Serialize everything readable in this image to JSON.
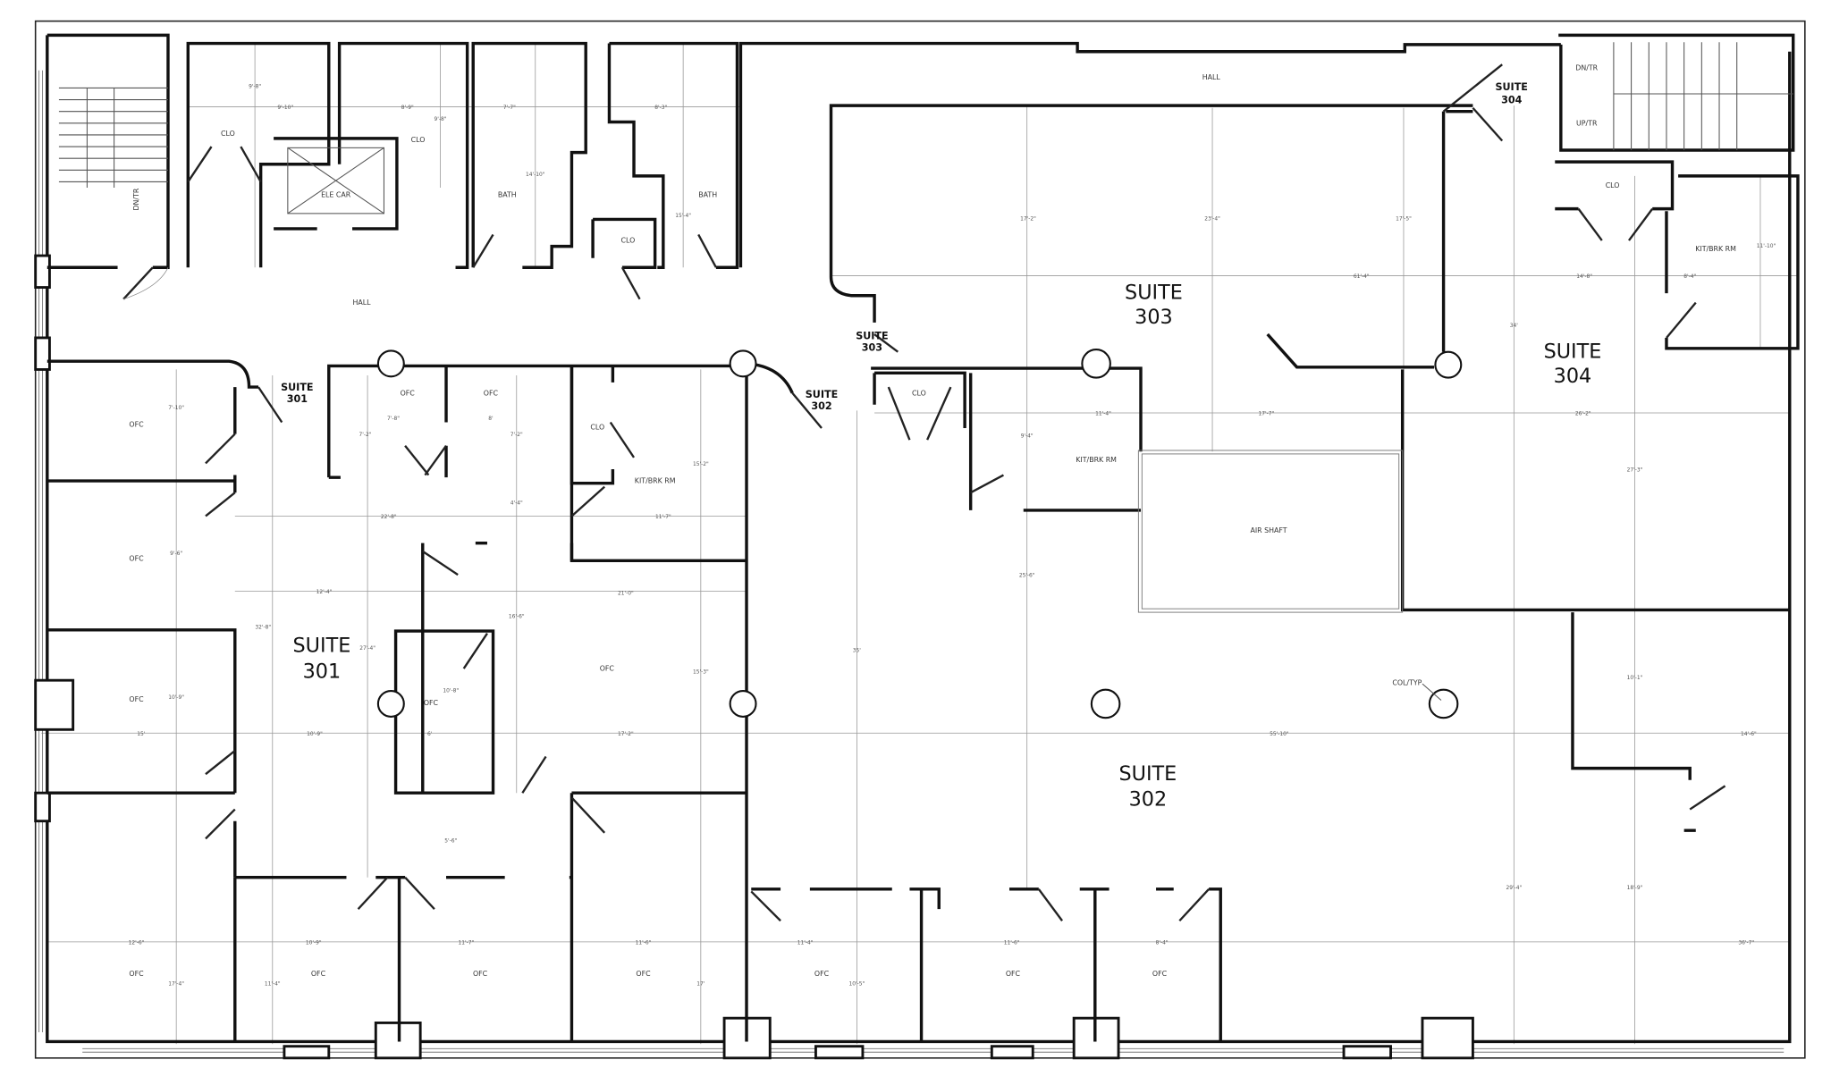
{
  "suites": {
    "s301": {
      "line1": "SUITE",
      "line2": "301"
    },
    "s302": {
      "line1": "SUITE",
      "line2": "302"
    },
    "s303": {
      "line1": "SUITE",
      "line2": "303"
    },
    "s304": {
      "line1": "SUITE",
      "line2": "304"
    }
  },
  "entries": {
    "e301": {
      "line1": "SUITE",
      "line2": "301"
    },
    "e302": {
      "line1": "SUITE",
      "line2": "302"
    },
    "e303": {
      "line1": "SUITE",
      "line2": "303"
    },
    "e304": {
      "line1": "SUITE",
      "line2": "304"
    }
  },
  "rooms": {
    "hall": "HALL",
    "clo": "CLO",
    "bath": "BATH",
    "ofc": "OFC",
    "kit": "KIT/BRK RM",
    "elevator": "ELE CAR",
    "air_shaft": "AIR SHAFT",
    "stair_dn": "DN/TR",
    "stair_up": "UP/TR",
    "column_note": "COL/TYP"
  },
  "dimensions": {
    "top": [
      "9'-8\"",
      "9'-10\"",
      "8'-9\"",
      "9'-8\"",
      "7'-7\"",
      "14'-10\"",
      "8'-3\"",
      "15'-4\""
    ],
    "suite303": [
      "17'-2\"",
      "23'-4\"",
      "17'-5\"",
      "61'-4\"",
      "14'-8\"",
      "8'-4\"",
      "11'-10\"",
      "34'"
    ],
    "suite301": [
      "7'-10\"",
      "7'-8\"",
      "8'",
      "7'-2\"",
      "7'-2\"",
      "15'-2\"",
      "4'-4\"",
      "22'-8\"",
      "11'-7\"",
      "9'-6\"",
      "12'-4\"",
      "21'-0\"",
      "16'-6\"",
      "32'-8\"",
      "27'-4\"",
      "10'-8\"",
      "10'-9\"",
      "15'-3\"",
      "15'",
      "10'-9\"",
      "6'",
      "17'-2\"",
      "5'-6\""
    ],
    "bottom": [
      "12'-6\"",
      "10'-9\"",
      "11'-7\"",
      "11'-6\"",
      "11'-4\"",
      "11'-6\"",
      "8'-4\"",
      "17'-4\"",
      "11'-4\"",
      "17'",
      "10'-5\""
    ],
    "suite302": [
      "11'-4\"",
      "17'-7\"",
      "26'-2\"",
      "9'-4\"",
      "27'-3\"",
      "25'-6\"",
      "35'",
      "10'-1\"",
      "55'-10\"",
      "14'-6\"",
      "29'-4\"",
      "18'-9\"",
      "36'-7\""
    ]
  },
  "colors": {
    "wall": "#111111",
    "dimension": "#999999",
    "background": "#ffffff"
  }
}
